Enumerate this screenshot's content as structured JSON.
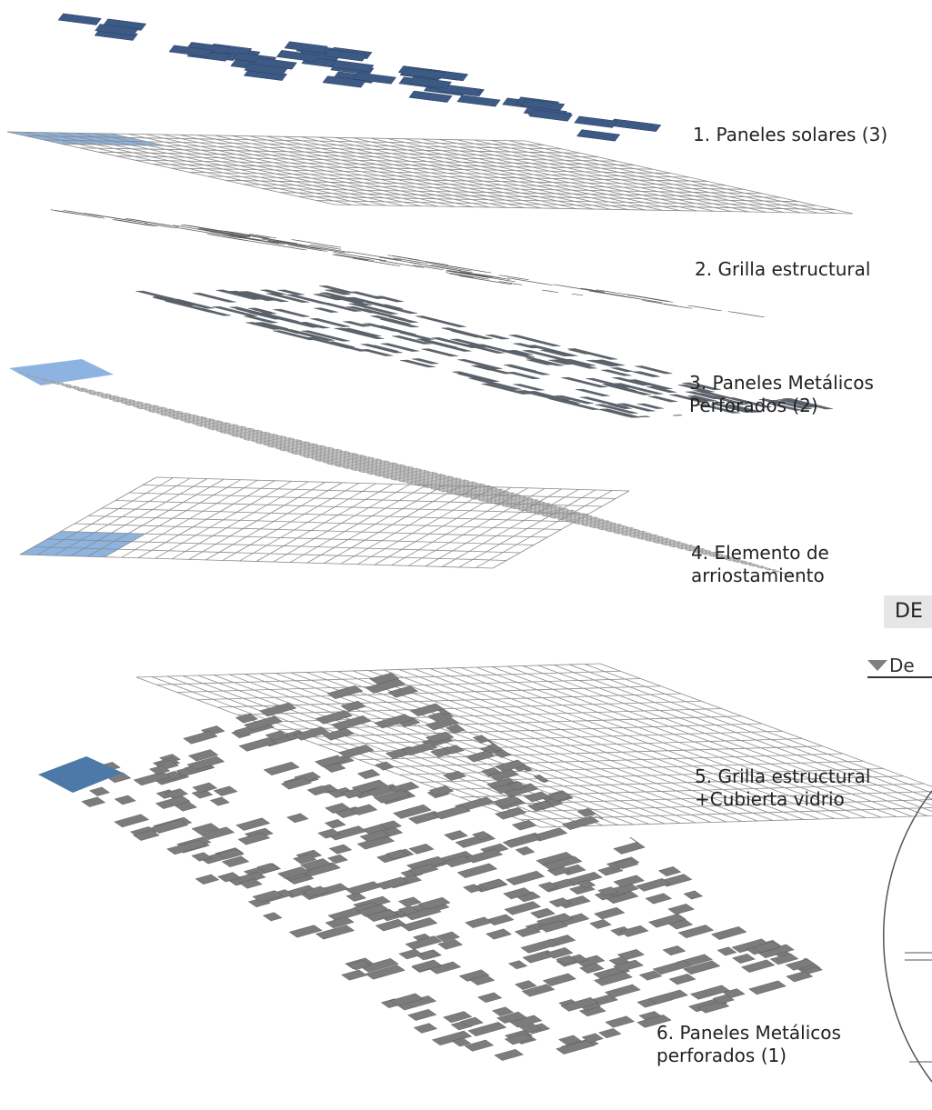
{
  "layers": [
    {
      "id": "lbl1",
      "label": "1. Paneles solares (3)"
    },
    {
      "id": "lbl2",
      "label": "2. Grilla estructural"
    },
    {
      "id": "lbl3",
      "label": "3. Paneles Metálicos\n   Perforados (2)"
    },
    {
      "id": "lbl4",
      "label": "4. Elemento de\n   arriostamiento"
    },
    {
      "id": "lbl5",
      "label": "5. Grilla estructural\n+Cubierta vidrio"
    },
    {
      "id": "lbl6",
      "label": "6. Paneles Metálicos\nperforados (1)"
    }
  ],
  "cropped_heading": "DE",
  "cropped_subheading": "De",
  "colors": {
    "solar_panel": "#3d5a85",
    "grid_line": "#8a8a8a",
    "perforated_panel": "#7c7c7c",
    "highlight_cell": "#8db4e0",
    "label_text": "#222222"
  }
}
